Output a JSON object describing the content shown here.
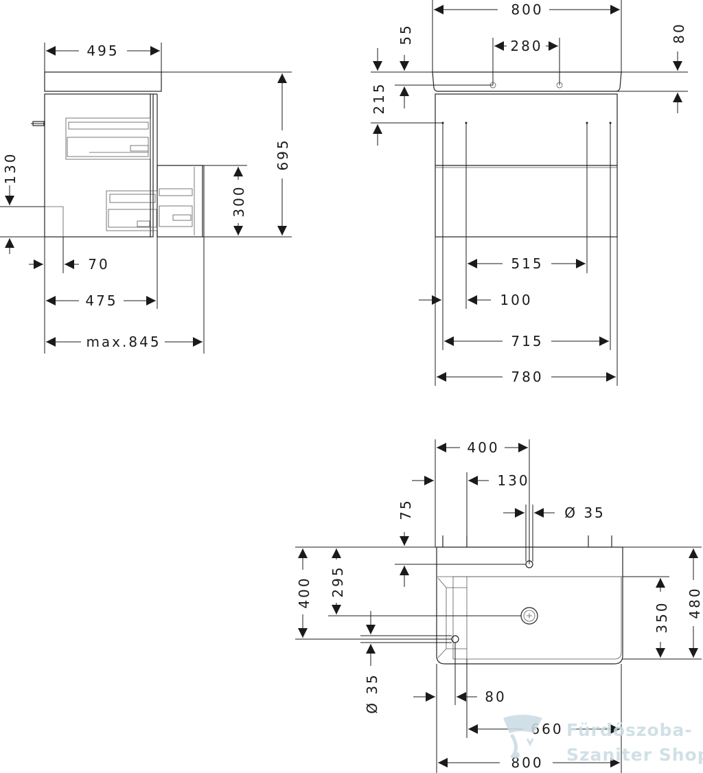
{
  "side_view": {
    "width_total": "495",
    "height_total": "695",
    "drawer_height": "300",
    "siphon_height": "130",
    "offset_70": "70",
    "depth_475": "475",
    "max_depth": "max.845"
  },
  "front_view": {
    "width_800": "800",
    "tap_spacing": "280",
    "top_55": "55",
    "top_80": "80",
    "hole_215": "215",
    "inner_515": "515",
    "offset_100": "100",
    "width_715": "715",
    "width_780": "780"
  },
  "top_view": {
    "dim_400_h": "400",
    "dim_130": "130",
    "tap_diameter": "Ø 35",
    "dim_75": "75",
    "dim_400_v": "400",
    "dim_295": "295",
    "drain_diameter": "Ø 35",
    "dim_350": "350",
    "dim_480": "480",
    "dim_80": "80",
    "dim_660": "660",
    "dim_800": "800"
  },
  "watermark": {
    "line1": "Fürdőszoba-",
    "line2": "Szaniter Shop",
    "logo_color": "#c9dbe3"
  }
}
